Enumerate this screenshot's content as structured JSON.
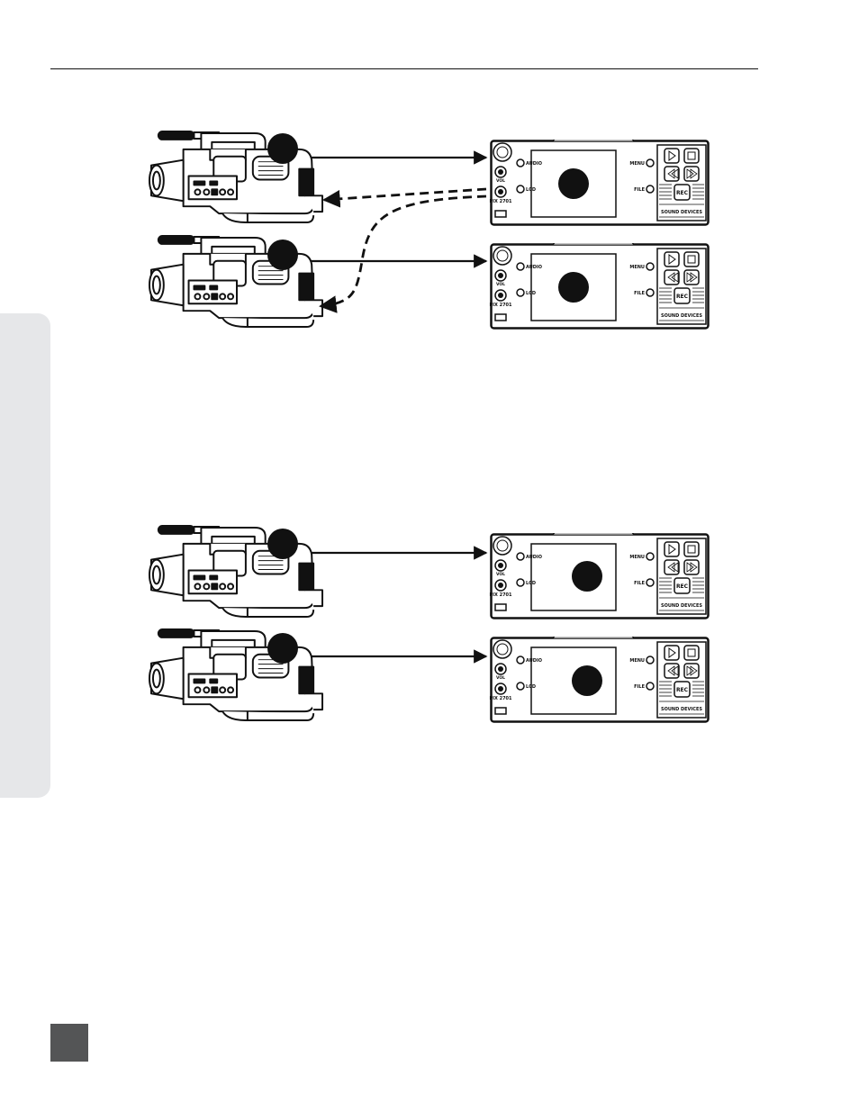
{
  "recorder": {
    "labels": {
      "audio": "AUDIO",
      "lcd": "LCD",
      "menu": "MENU",
      "fileb": "FILE",
      "vol": "VOL",
      "pixport": "PIX 2701",
      "rec": "REC",
      "brand": "SOUND DEVICES"
    },
    "icons": [
      "play-icon",
      "stop-icon",
      "rewind-icon",
      "fast-forward-icon"
    ]
  },
  "colors": {
    "ink": "#111111",
    "side_tab": "#e6e7e9",
    "page_square": "#545556"
  }
}
